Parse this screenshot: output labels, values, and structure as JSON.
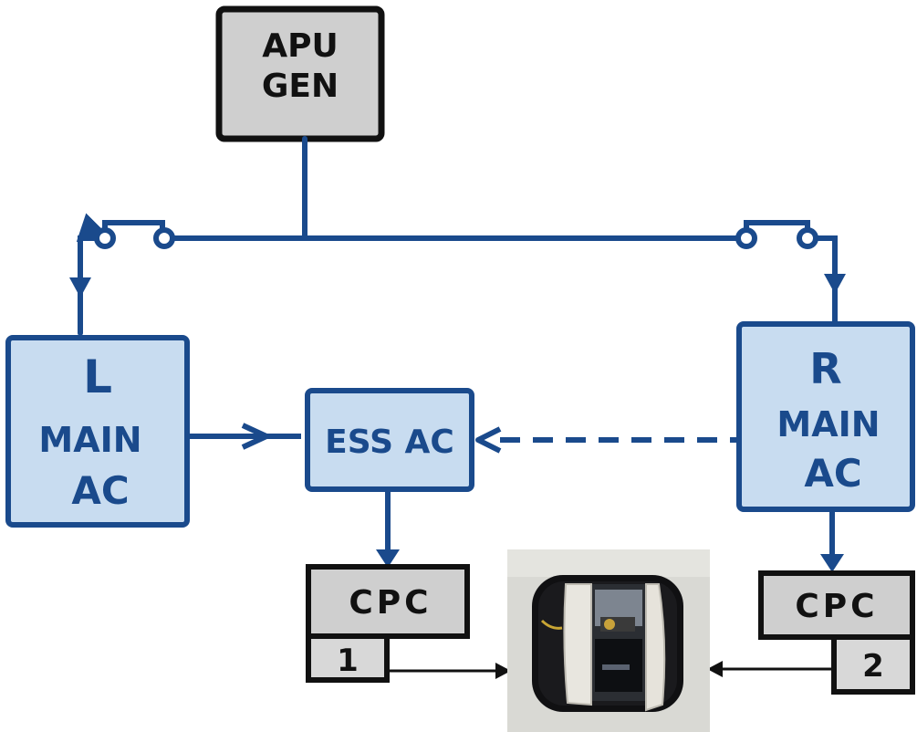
{
  "apu": {
    "line1": "APU",
    "line2": "GEN"
  },
  "left_main_ac": {
    "line1": "L",
    "line2": "MAIN",
    "line3": "AC"
  },
  "right_main_ac": {
    "line1": "R",
    "line2": "MAIN",
    "line3": "AC"
  },
  "ess_ac": {
    "label": "ESS AC"
  },
  "cpc_left": {
    "label": "CPC",
    "number": "1"
  },
  "cpc_right": {
    "label": "CPC",
    "number": "2"
  },
  "photo": {
    "description_icon": "outflow-valve-photo"
  },
  "colors": {
    "wire": "#1a4a8c",
    "box_blue_fill": "#c8dcf0",
    "box_gray_fill": "#cfcfcf",
    "box_dark_stroke": "#111111",
    "connector": "#111111"
  }
}
